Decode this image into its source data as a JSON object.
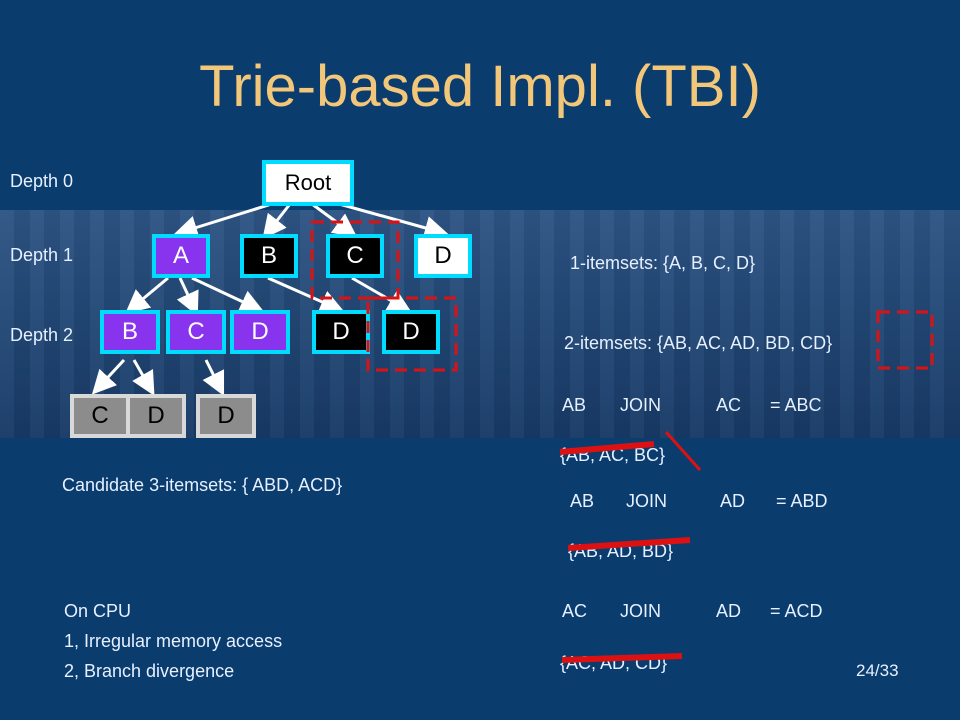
{
  "title": "Trie-based Impl. (TBI)",
  "depth_labels": [
    "Depth 0",
    "Depth 1",
    "Depth 2"
  ],
  "tree": {
    "root": "Root",
    "level1": [
      "A",
      "B",
      "C",
      "D"
    ],
    "level2": [
      "B",
      "C",
      "D",
      "D",
      "D"
    ],
    "level3": [
      "C",
      "D",
      "D"
    ]
  },
  "itemsets": {
    "one": "1-itemsets: {A, B, C, D}",
    "two": "2-itemsets: {AB, AC, AD, BD, CD}"
  },
  "joins": [
    {
      "left": "AB",
      "op": "JOIN",
      "right": "AC",
      "result": "= ABC",
      "subsets": "{AB, AC, BC}"
    },
    {
      "left": "AB",
      "op": "JOIN",
      "right": "AD",
      "result": "= ABD",
      "subsets": "{AB, AD, BD}"
    },
    {
      "left": "AC",
      "op": "JOIN",
      "right": "AD",
      "result": "= ACD",
      "subsets": "{AC, AD, CD}"
    }
  ],
  "candidates": "Candidate 3-itemsets: { ABD, ACD}",
  "cpu_notes": {
    "heading": "On CPU",
    "items": [
      "1, Irregular memory access",
      "2, Branch divergence"
    ]
  },
  "page_number": "24/33",
  "colors": {
    "background": "#0b3c6e",
    "title": "#f2c77a",
    "node_border": "#00dcff",
    "purple_node": "#8833ee",
    "mark_red": "#dd1111"
  }
}
